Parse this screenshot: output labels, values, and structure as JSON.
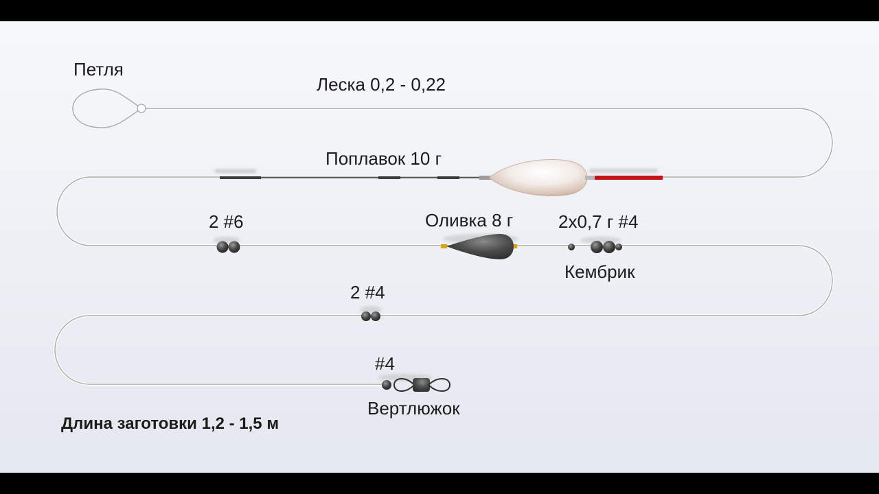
{
  "labels": {
    "loop": "Петля",
    "line": "Леска 0,2 - 0,22",
    "float": "Поплавок 10 г",
    "shot_2x6": "2 #6",
    "olive": "Оливка 8 г",
    "shot_group": "2x0,7 г #4",
    "cambric": "Кембрик",
    "shot_2x4": "2 #4",
    "shot_4": "#4",
    "swivel": "Вертлюжок",
    "blank_length": "Длина заготовки 1,2 - 1,5 м"
  },
  "colors": {
    "background_top": "#f7f8fb",
    "background_bottom": "#e4e8ef",
    "line": "#a9a9a9",
    "float_tip": "#c41212",
    "float_stem": "#3b3b3b",
    "olive_body": "#4a4a4a",
    "olive_stopper": "#d9a419",
    "shot": "#454545"
  }
}
